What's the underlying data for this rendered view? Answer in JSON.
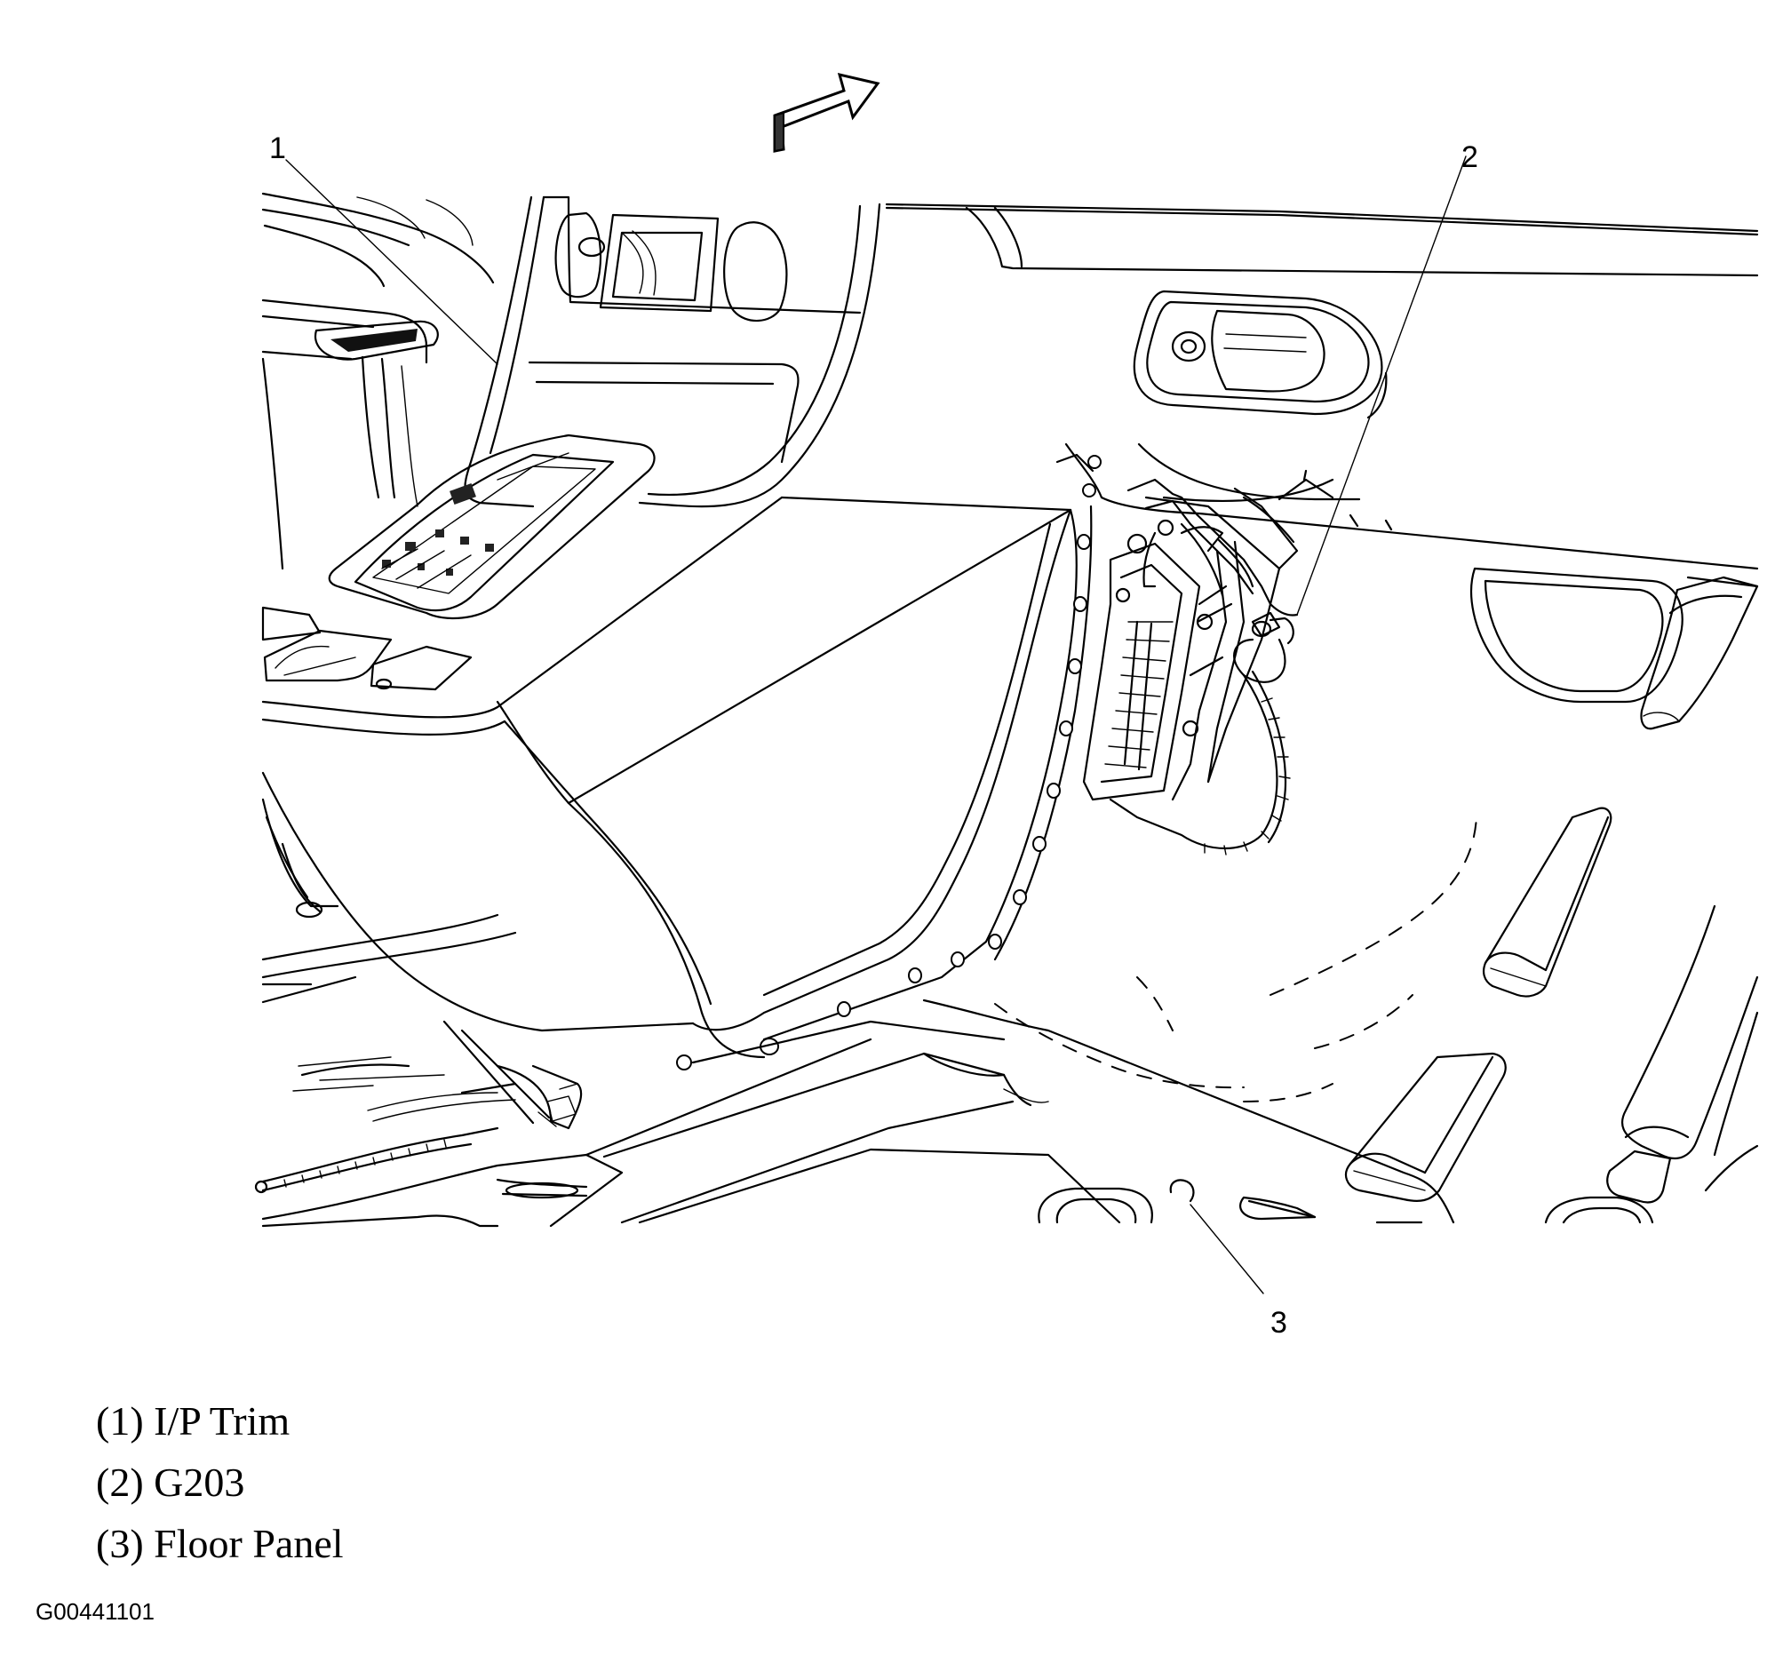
{
  "callouts": {
    "c1": "1",
    "c2": "2",
    "c3": "3"
  },
  "legend": [
    {
      "text": "(1) I/P Trim"
    },
    {
      "text": "(2) G203"
    },
    {
      "text": "(3) Floor Panel"
    }
  ],
  "figure_id": "G00441101",
  "icons": {
    "direction_arrow": "forward-arrow-icon"
  }
}
